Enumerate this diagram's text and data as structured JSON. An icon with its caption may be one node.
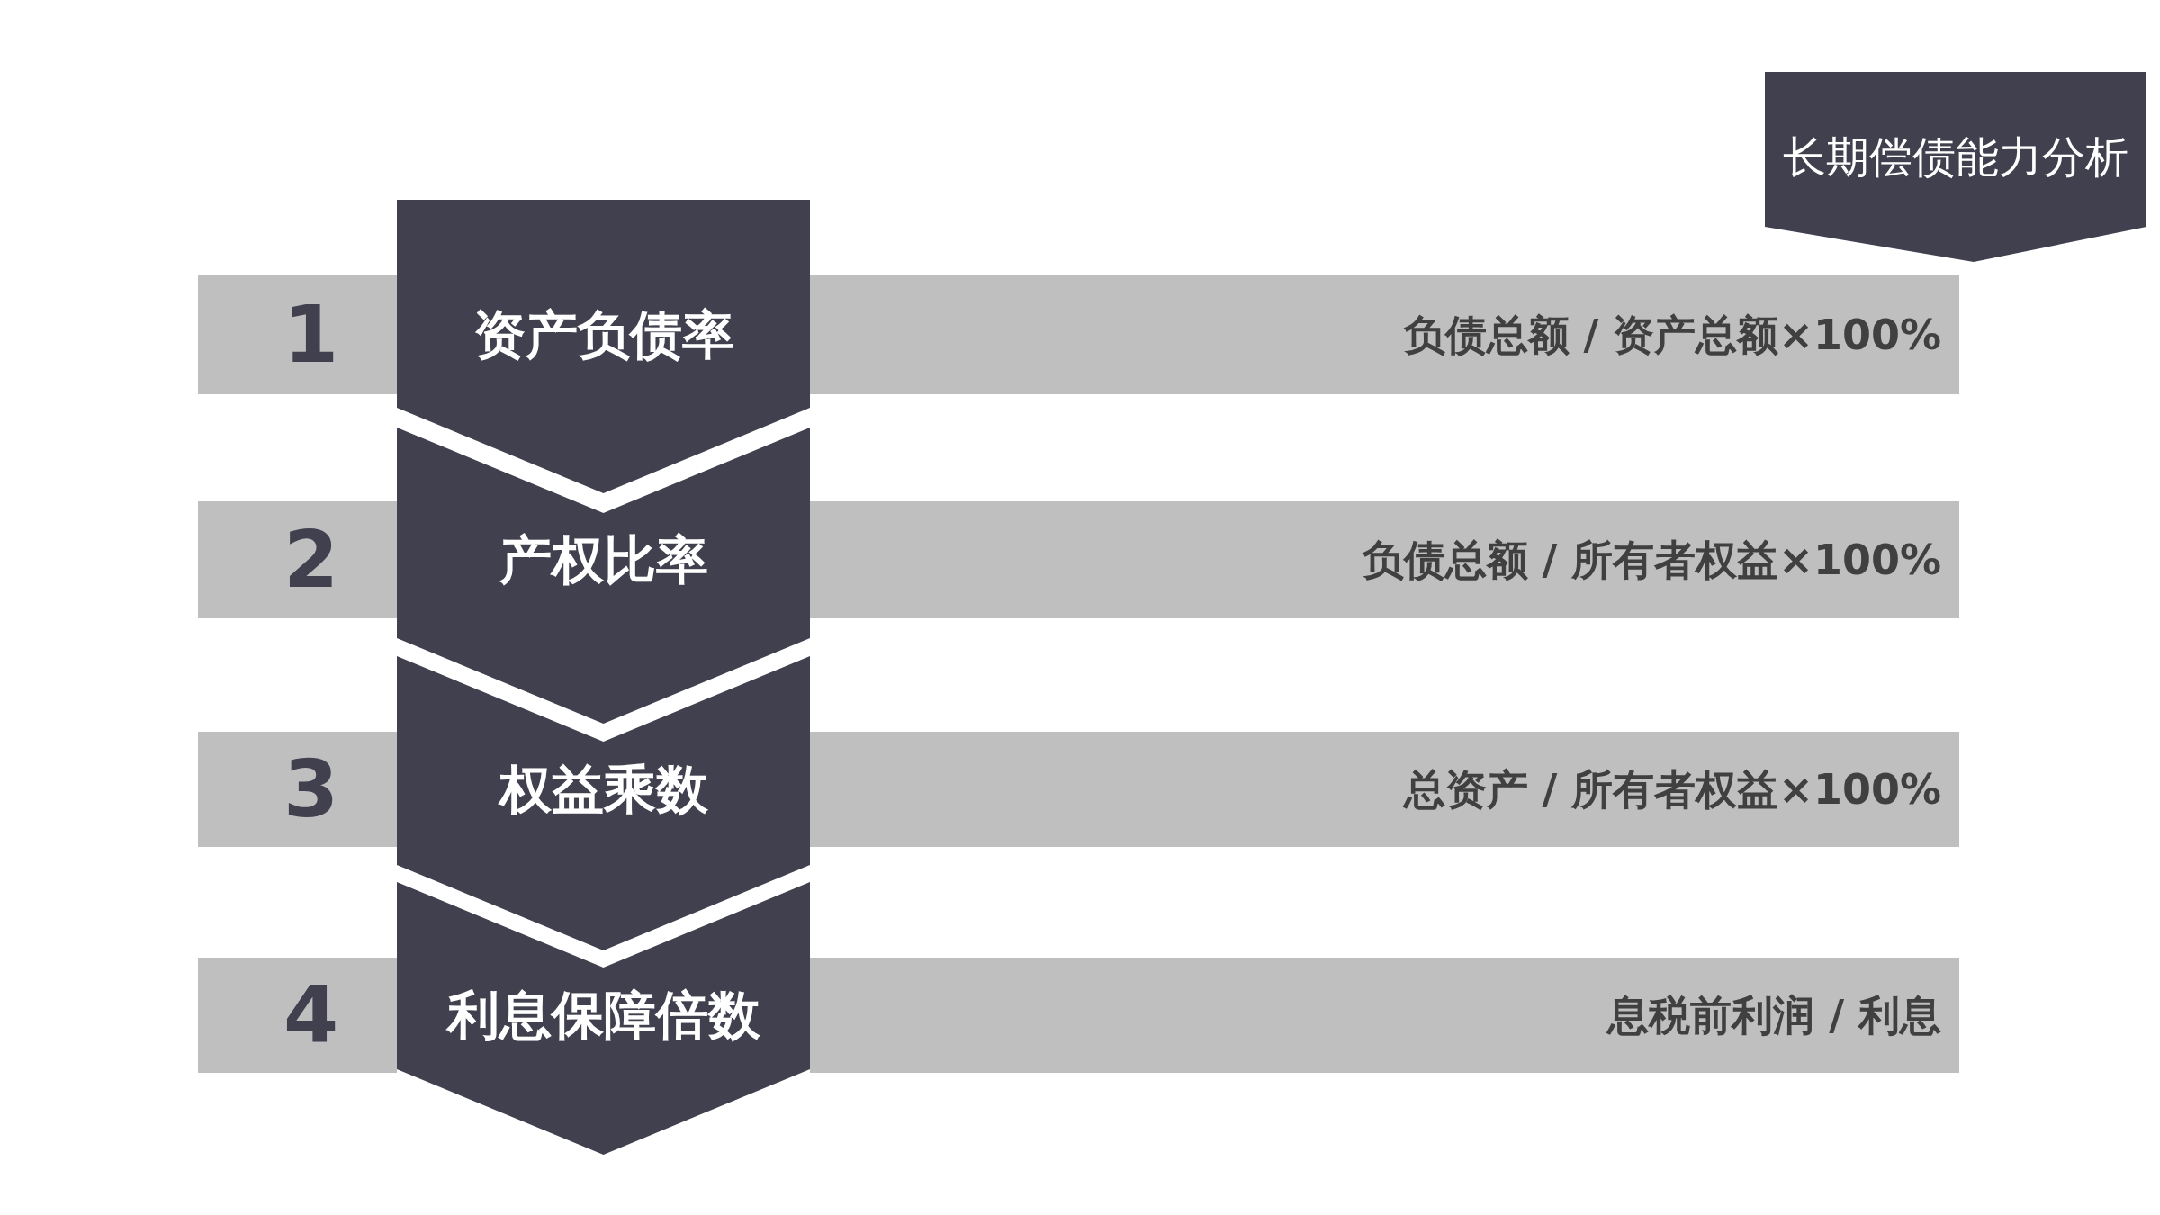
{
  "diagram": {
    "nodes": [
      {
        "text": [
          "长期偿债能力分析"
        ]
      },
      {
        "text": [
          "1",
          "负债总额 / 资产总额×100%"
        ]
      },
      {
        "text": [
          "资产负债率"
        ]
      },
      {
        "text": [
          "2",
          "负债总额 / 所有者权益×100%"
        ]
      },
      {
        "text": [
          "产权比率"
        ]
      },
      {
        "text": [
          "3",
          "总资产 / 所有者权益×100%"
        ]
      },
      {
        "text": [
          "权益乘数"
        ]
      },
      {
        "text": [
          "4",
          "息税前利润 / 利息"
        ]
      },
      {
        "text": [
          "利息保障倍数"
        ]
      }
    ]
  }
}
